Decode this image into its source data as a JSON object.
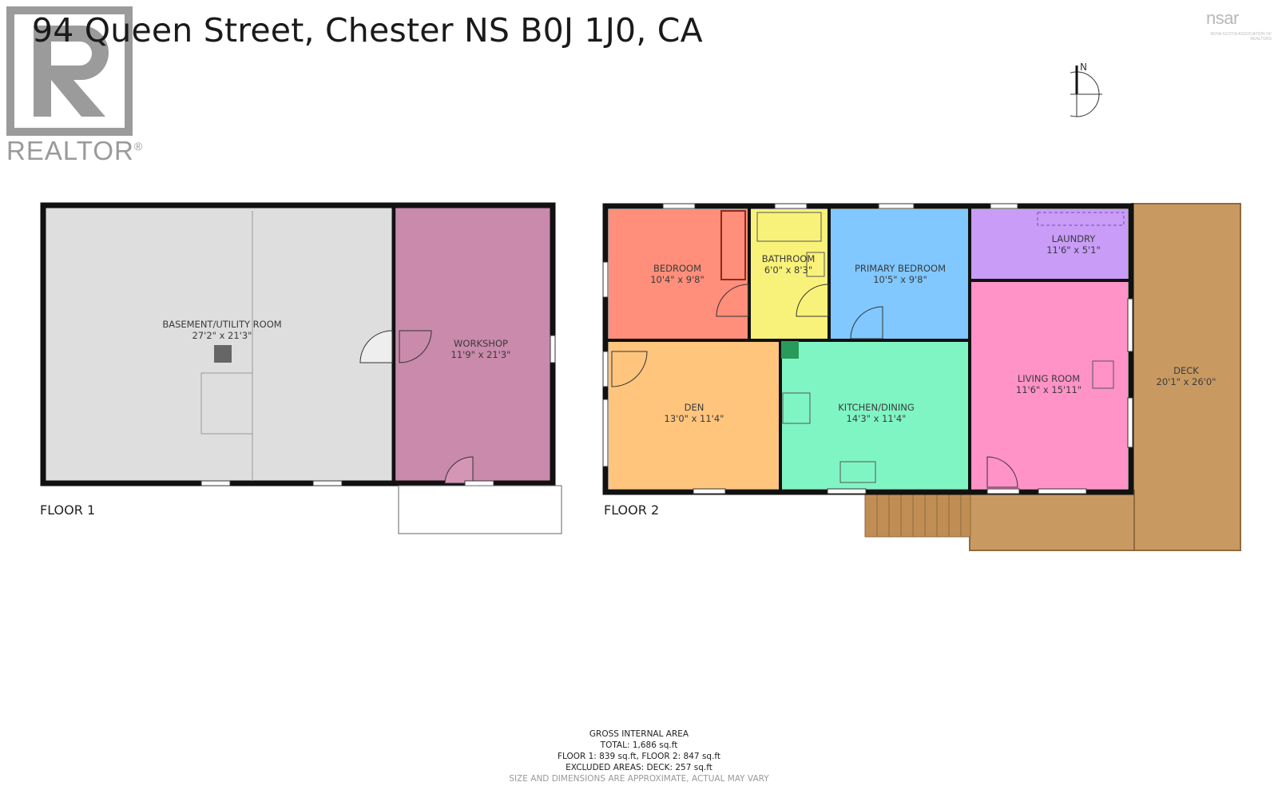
{
  "header": {
    "title": "94 Queen Street, Chester NS B0J 1J0, CA",
    "realtor_logo_text": "REALTOR",
    "realtor_registered": "®",
    "nsar_logo_text": "nsar",
    "nsar_sub_text": "NOVA SCOTIA ASSOCIATION OF REALTORS"
  },
  "compass": {
    "north_label": "N"
  },
  "floor1": {
    "label": "FLOOR 1",
    "rooms": [
      {
        "name": "BASEMENT/UTILITY ROOM",
        "dims": "27'2\" x 21'3\"",
        "color": "#dedede"
      },
      {
        "name": "WORKSHOP",
        "dims": "11'9\" x 21'3\"",
        "color": "#c98aab"
      }
    ]
  },
  "floor2": {
    "label": "FLOOR 2",
    "rooms": [
      {
        "name": "BEDROOM",
        "dims": "10'4\" x 9'8\"",
        "color": "#ff8e7a"
      },
      {
        "name": "BATHROOM",
        "dims": "6'0\" x 8'3\"",
        "color": "#f9f27a"
      },
      {
        "name": "PRIMARY BEDROOM",
        "dims": "10'5\" x 9'8\"",
        "color": "#80c8ff"
      },
      {
        "name": "LAUNDRY",
        "dims": "11'6\" x 5'1\"",
        "color": "#c89cf7"
      },
      {
        "name": "DEN",
        "dims": "13'0\" x 11'4\"",
        "color": "#ffc57d"
      },
      {
        "name": "KITCHEN/DINING",
        "dims": "14'3\" x 11'4\"",
        "color": "#80f5c4"
      },
      {
        "name": "LIVING ROOM",
        "dims": "11'6\" x 15'11\"",
        "color": "#ff92c7"
      },
      {
        "name": "DECK",
        "dims": "20'1\" x 26'0\"",
        "color": "#c89a62"
      }
    ]
  },
  "footer": {
    "line1": "GROSS INTERNAL AREA",
    "line2": "TOTAL: 1,686 sq.ft",
    "line3": "FLOOR 1: 839 sq.ft, FLOOR 2: 847 sq.ft",
    "line4": "EXCLUDED AREAS: DECK: 257 sq.ft",
    "line5": "SIZE AND DIMENSIONS ARE APPROXIMATE, ACTUAL MAY VARY"
  }
}
